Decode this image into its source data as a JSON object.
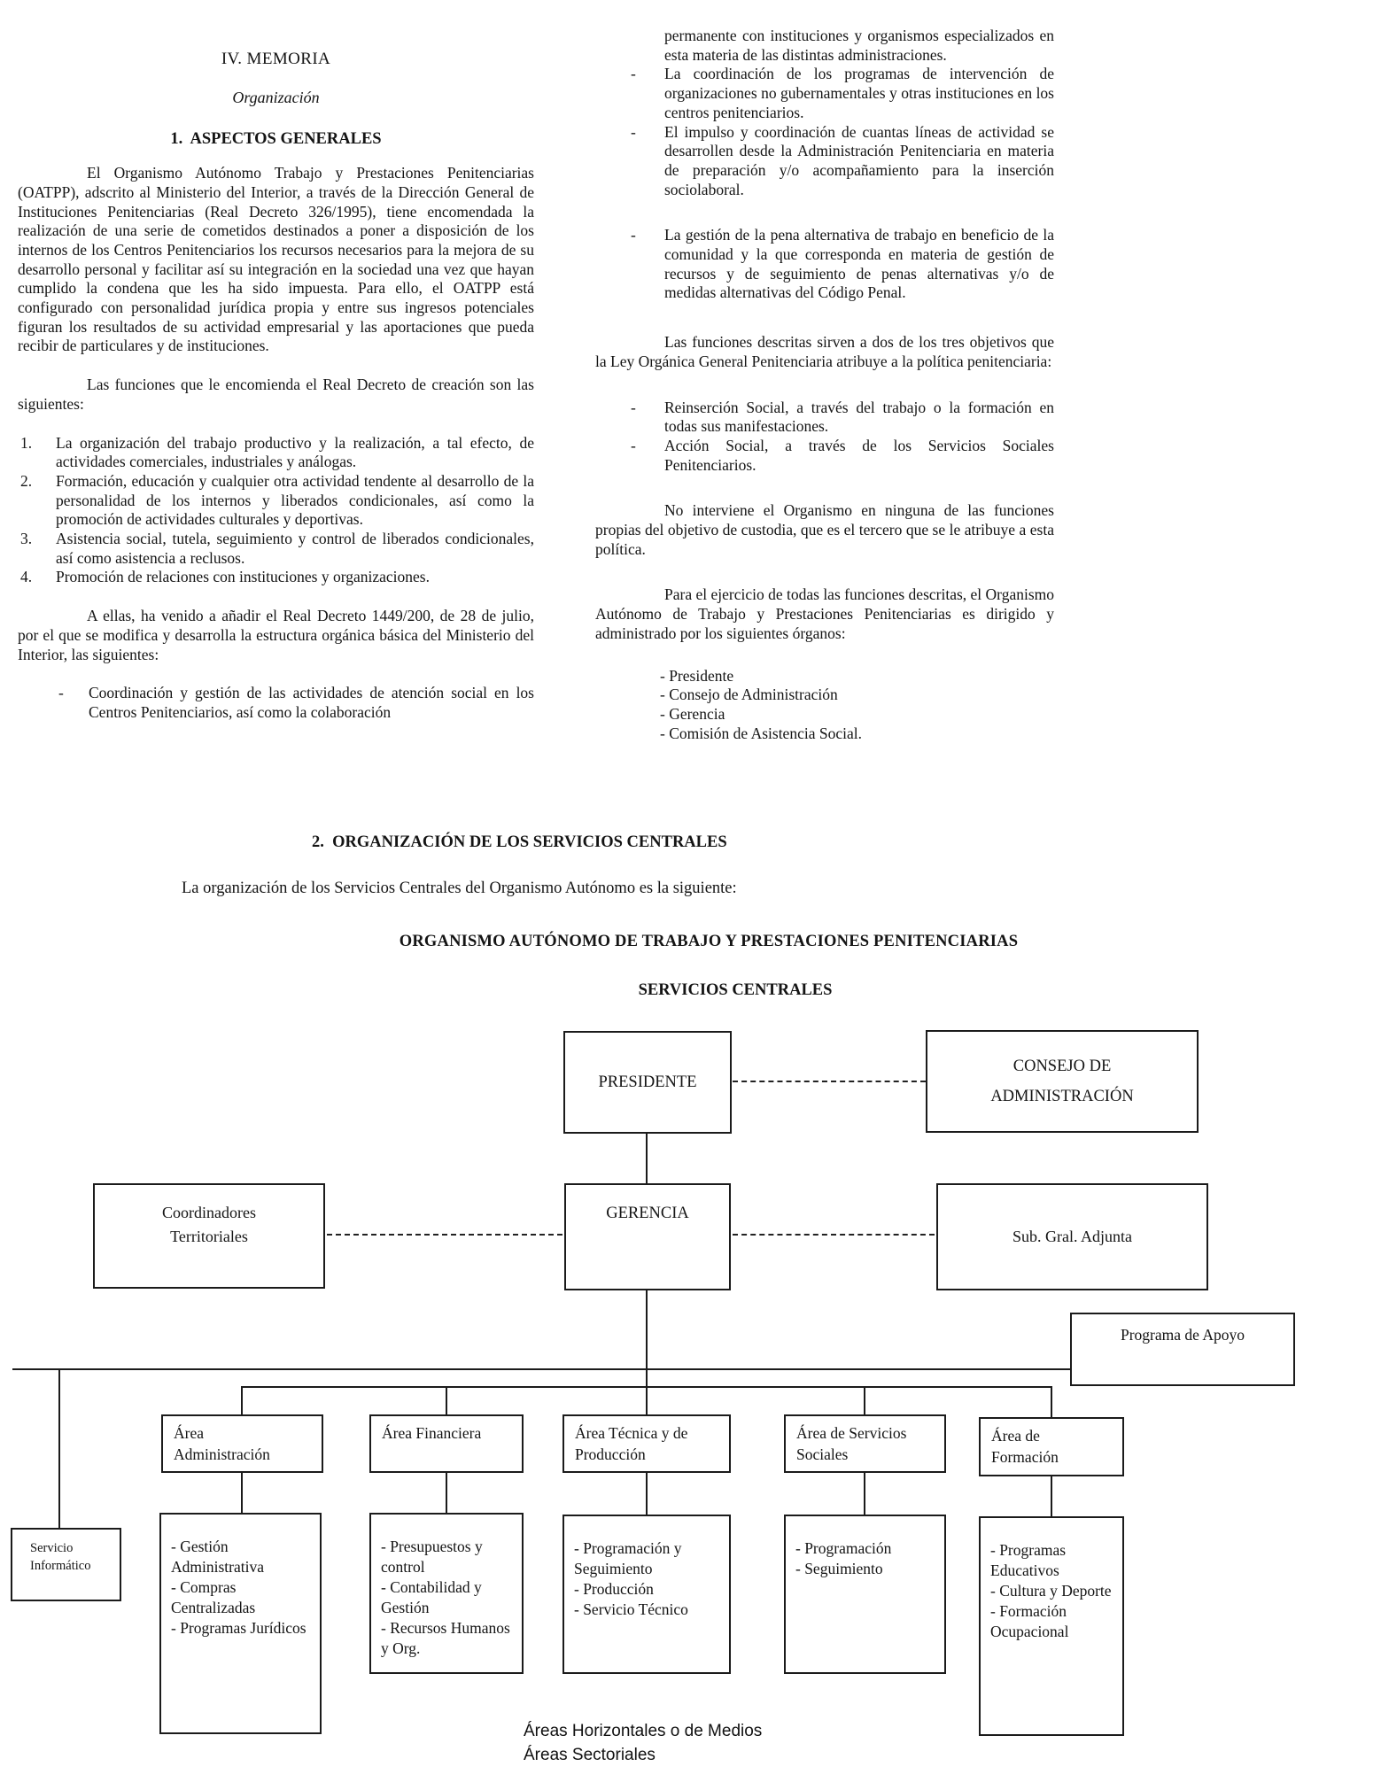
{
  "memoria": {
    "title": "IV. MEMORIA",
    "subtitle": "Organización",
    "section1": {
      "heading": "1.  ASPECTOS GENERALES",
      "paragraph1": "El Organismo Autónomo Trabajo y Prestaciones Penitenciarias (OATPP), adscrito al Ministerio del Interior, a través de la Dirección General de Instituciones Penitenciarias (Real Decreto 326/1995), tiene encomendada la realización de una serie de cometidos destinados a poner a disposición de los internos de los Centros Penitenciarios los recursos necesarios para la mejora de su desarrollo personal y facilitar así su integración en la sociedad una vez que hayan cumplido la condena que les ha sido impuesta. Para ello, el OATPP está configurado con personalidad jurídica propia y entre sus ingresos potenciales figuran los resultados de su actividad empresarial y las aportaciones que pueda recibir de particulares y de instituciones.",
      "paragraph2": "Las funciones que le encomienda el Real Decreto de creación son las siguientes:",
      "numbered_items": [
        {
          "num": "1.",
          "text": "La organización del trabajo productivo y la realización, a tal efecto, de actividades comerciales, industriales y análogas."
        },
        {
          "num": "2.",
          "text": "Formación, educación y cualquier otra actividad tendente al desarrollo de la personalidad de los internos y liberados condicionales, así como la promoción de actividades culturales y deportivas."
        },
        {
          "num": "3.",
          "text": "Asistencia social, tutela, seguimiento y control de liberados condicionales, así como asistencia a reclusos."
        },
        {
          "num": "4.",
          "text": "Promoción de relaciones con instituciones y organizaciones."
        }
      ],
      "paragraph3": "A ellas, ha venido a añadir el Real Decreto 1449/200, de 28 de julio, por el que se modifica y desarrolla la estructura orgánica básica del Ministerio del Interior, las siguientes:",
      "coordinacion_item": "Coordinación y gestión de las actividades de atención social en los Centros Penitenciarios, así como la colaboración",
      "continuation": "permanente con instituciones y organismos especializados en esta materia de las distintas administraciones.",
      "dash_items": [
        "La coordinación de los programas de intervención de organizaciones no gubernamentales y otras instituciones en los centros penitenciarios.",
        "El impulso y coordinación de cuantas líneas de actividad se desarrollen desde la Administración Penitenciaria en materia de preparación y/o acompañamiento para la inserción sociolaboral.",
        "La gestión de la pena alternativa de trabajo en beneficio de la comunidad y la que corresponda en materia de gestión de recursos y de seguimiento de penas alternativas y/o de medidas alternativas del Código Penal."
      ],
      "paragraph4": "Las funciones descritas sirven a dos de los tres objetivos que la Ley Orgánica General Penitenciaria atribuye a la política penitenciaria:",
      "objetivo_items": [
        "Reinserción Social, a través del trabajo o la formación en todas sus manifestaciones.",
        "Acción Social, a través de los Servicios Sociales Penitenciarios."
      ],
      "paragraph5": "No interviene el Organismo en ninguna de las funciones propias del objetivo de custodia, que es el tercero que se le atribuye a esta política.",
      "paragraph6": "Para el ejercicio de todas las funciones descritas, el Organismo Autónomo de Trabajo y Prestaciones Penitenciarias es dirigido y administrado por los siguientes órganos:",
      "organos": [
        "- Presidente",
        "- Consejo de Administración",
        "- Gerencia",
        "- Comisión de Asistencia Social."
      ]
    },
    "section2": {
      "heading": "2.  ORGANIZACIÓN DE LOS SERVICIOS CENTRALES",
      "intro": "La organización de los Servicios Centrales del Organismo Autónomo es la siguiente:",
      "chart_title": "ORGANISMO AUTÓNOMO DE TRABAJO Y PRESTACIONES PENITENCIARIAS",
      "chart_subtitle": "SERVICIOS CENTRALES"
    }
  },
  "marker": "-",
  "org_chart": {
    "presidente": {
      "label": "PRESIDENTE"
    },
    "consejo": {
      "lines": [
        "CONSEJO DE",
        "ADMINISTRACIÓN"
      ]
    },
    "gerencia": {
      "label": "GERENCIA"
    },
    "coordinadores": {
      "lines": [
        "Coordinadores",
        "Territoriales"
      ]
    },
    "sub_gral": {
      "label": "Sub. Gral. Adjunta"
    },
    "programa_apoyo": {
      "label": "Programa de Apoyo"
    },
    "servicio_informatico": {
      "lines": [
        "Servicio",
        "Informático"
      ]
    },
    "areas": [
      {
        "lines": [
          "Área",
          "Administración"
        ],
        "items": [
          "- Gestión Administrativa",
          "- Compras Centralizadas",
          "- Programas Jurídicos"
        ]
      },
      {
        "lines": [
          "Área Financiera",
          ""
        ],
        "items": [
          "- Presupuestos y control",
          "- Contabilidad y Gestión",
          "- Recursos Humanos y Org."
        ]
      },
      {
        "lines": [
          "Área Técnica y de",
          "Producción"
        ],
        "items": [
          "- Programación y Seguimiento",
          "- Producción",
          "- Servicio Técnico"
        ]
      },
      {
        "lines": [
          "Área de Servicios",
          "Sociales"
        ],
        "items": [
          "- Programación",
          "- Seguimiento"
        ]
      },
      {
        "lines": [
          "Área de",
          "Formación"
        ],
        "items": [
          "- Programas Educativos",
          "- Cultura y Deporte",
          "- Formación Ocupacional"
        ]
      }
    ],
    "legend": [
      "Áreas Horizontales o de Medios",
      "Áreas Sectoriales"
    ]
  }
}
